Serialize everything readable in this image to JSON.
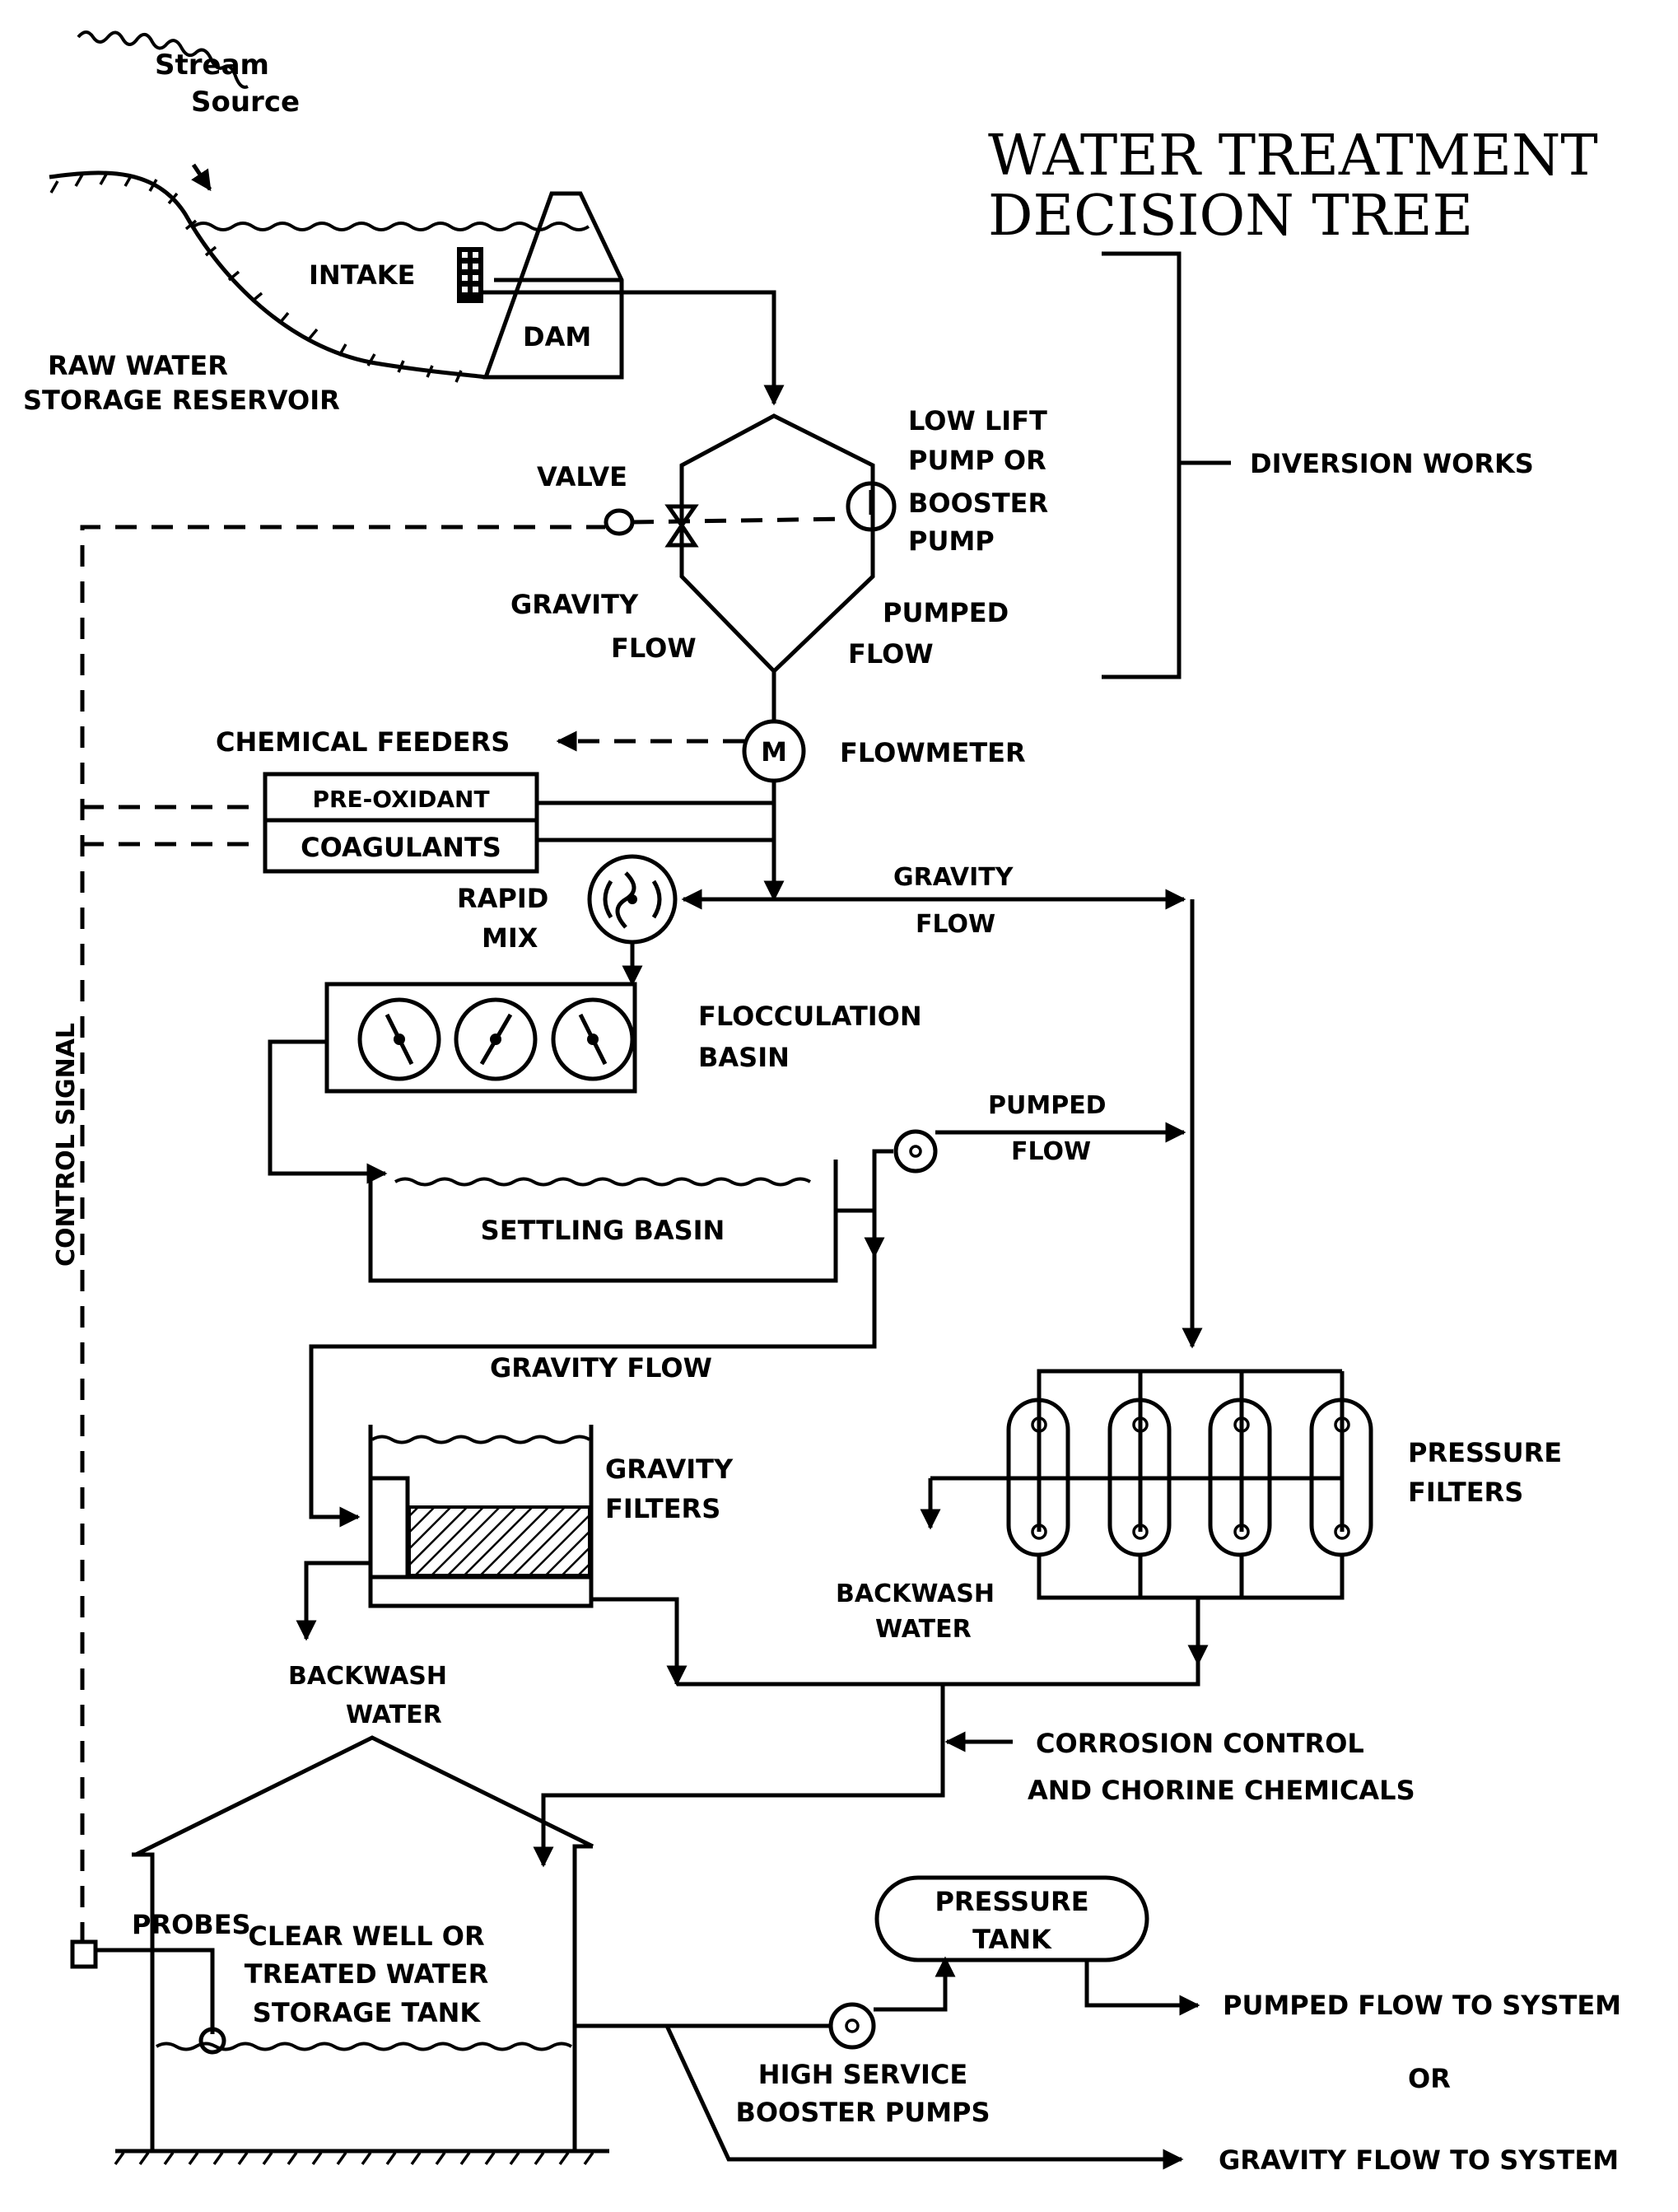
{
  "title": {
    "line1": "WATER TREATMENT",
    "line2": "DECISION TREE"
  },
  "labels": {
    "stream_1": "Stream",
    "stream_2": "Source",
    "intake": "INTAKE",
    "dam": "DAM",
    "reservoir_1": "RAW WATER",
    "reservoir_2": "STORAGE RESERVOIR",
    "lowlift_1": "LOW LIFT",
    "lowlift_2": "PUMP OR",
    "lowlift_3": "BOOSTER",
    "lowlift_4": "PUMP",
    "valve": "VALVE",
    "diversion": "DIVERSION WORKS",
    "gravity1_1": "GRAVITY",
    "gravity1_2": "FLOW",
    "pumped1_1": "PUMPED",
    "pumped1_2": "FLOW",
    "chem_feeders": "CHEMICAL FEEDERS",
    "flowmeter_m": "M",
    "flowmeter": "FLOWMETER",
    "preoxidant": "PRE-OXIDANT",
    "coagulants": "COAGULANTS",
    "rapid_1": "RAPID",
    "rapid_2": "MIX",
    "gravity2_1": "GRAVITY",
    "gravity2_2": "FLOW",
    "floc_1": "FLOCCULATION",
    "floc_2": "BASIN",
    "pumped2_1": "PUMPED",
    "pumped2_2": "FLOW",
    "control_signal": "CONTROL SIGNAL",
    "settling": "SETTLING BASIN",
    "gravity_flow3": "GRAVITY FLOW",
    "gfilters_1": "GRAVITY",
    "gfilters_2": "FILTERS",
    "pfilters_1": "PRESSURE",
    "pfilters_2": "FILTERS",
    "backwash1_1": "BACKWASH",
    "backwash1_2": "WATER",
    "backwash2_1": "BACKWASH",
    "backwash2_2": "WATER",
    "probes": "PROBES",
    "corrosion_1": "CORROSION CONTROL",
    "corrosion_2": "AND CHORINE CHEMICALS",
    "clearwell_1": "CLEAR WELL OR",
    "clearwell_2": "TREATED WATER",
    "clearwell_3": "STORAGE TANK",
    "ptank_1": "PRESSURE",
    "ptank_2": "TANK",
    "pumped_system": "PUMPED FLOW TO SYSTEM",
    "or": "OR",
    "gravity_system": "GRAVITY FLOW TO SYSTEM",
    "hsbp_1": "HIGH SERVICE",
    "hsbp_2": "BOOSTER PUMPS"
  }
}
